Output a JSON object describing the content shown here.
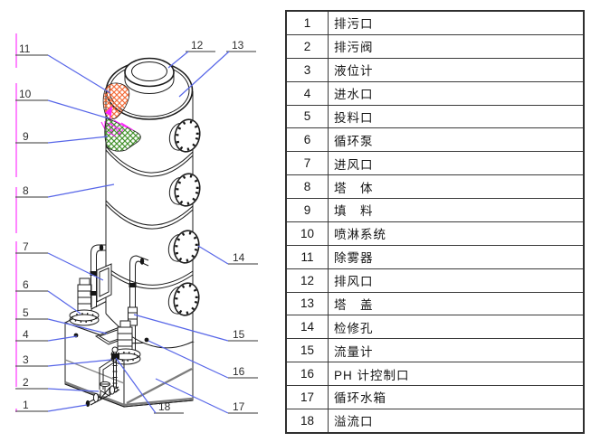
{
  "legend": {
    "rows": [
      {
        "no": "1",
        "label": "排污口"
      },
      {
        "no": "2",
        "label": "排污阀"
      },
      {
        "no": "3",
        "label": "液位计"
      },
      {
        "no": "4",
        "label": "进水口"
      },
      {
        "no": "5",
        "label": "投料口"
      },
      {
        "no": "6",
        "label": "循环泵"
      },
      {
        "no": "7",
        "label": "进风口"
      },
      {
        "no": "8",
        "label": "塔　体"
      },
      {
        "no": "9",
        "label": "填　料"
      },
      {
        "no": "10",
        "label": "喷淋系统"
      },
      {
        "no": "11",
        "label": "除雾器"
      },
      {
        "no": "12",
        "label": "排风口"
      },
      {
        "no": "13",
        "label": "塔　盖"
      },
      {
        "no": "14",
        "label": "检修孔"
      },
      {
        "no": "15",
        "label": "流量计"
      },
      {
        "no": "16",
        "label": "PH 计控制口"
      },
      {
        "no": "17",
        "label": "循环水箱"
      },
      {
        "no": "18",
        "label": "溢流口"
      }
    ]
  },
  "diagram": {
    "colors": {
      "leader-blue": "#5766e8",
      "construction-magenta": "#ff22ff",
      "demister-orange": "#f46e3c",
      "packing-green": "#45922e"
    }
  }
}
